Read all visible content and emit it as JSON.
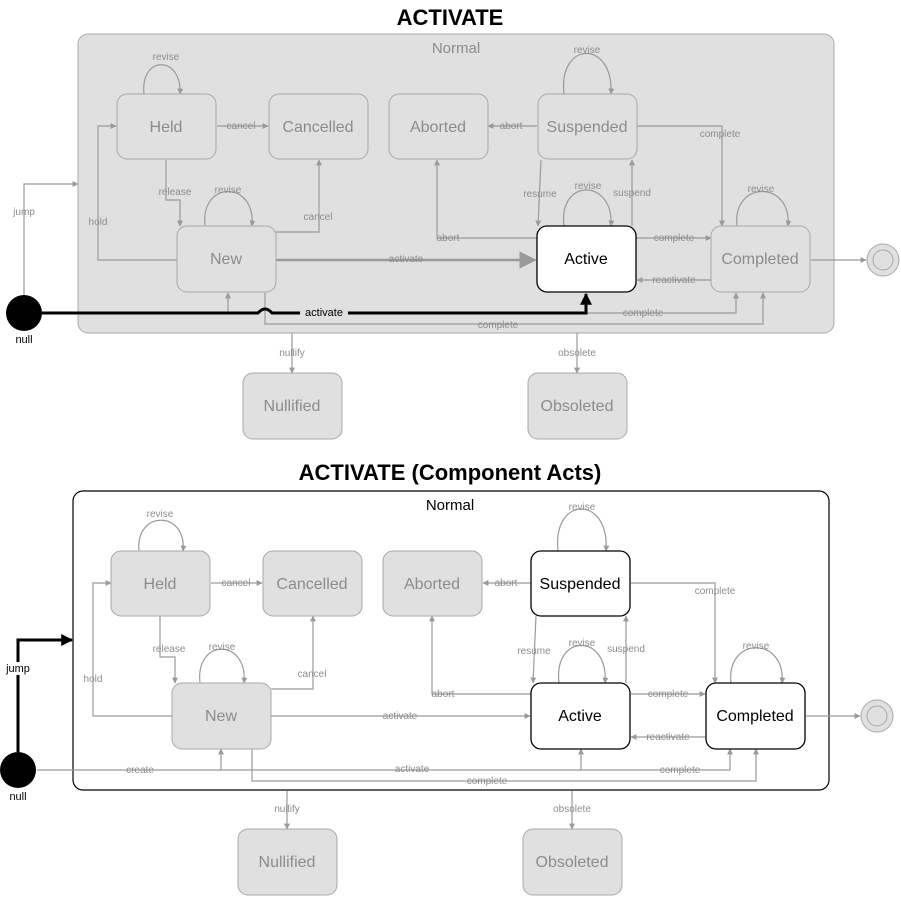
{
  "diagram1": {
    "title": "ACTIVATE",
    "region": "Normal",
    "states": {
      "held": "Held",
      "cancelled": "Cancelled",
      "aborted": "Aborted",
      "suspended": "Suspended",
      "new": "New",
      "active": "Active",
      "completed": "Completed",
      "nullified": "Nullified",
      "obsoleted": "Obsoleted"
    },
    "initial": "null",
    "transitions": {
      "revise": "revise",
      "cancel": "cancel",
      "abort": "abort",
      "complete": "complete",
      "release": "release",
      "hold": "hold",
      "jump": "jump",
      "resume": "resume",
      "suspend": "suspend",
      "activate": "activate",
      "reactivate": "reactivate",
      "nullify": "nullify",
      "obsolete": "obsolete"
    }
  },
  "diagram2": {
    "title": "ACTIVATE (Component Acts)",
    "region": "Normal",
    "states": {
      "held": "Held",
      "cancelled": "Cancelled",
      "aborted": "Aborted",
      "suspended": "Suspended",
      "new": "New",
      "active": "Active",
      "completed": "Completed",
      "nullified": "Nullified",
      "obsoleted": "Obsoleted"
    },
    "initial": "null",
    "transitions": {
      "revise": "revise",
      "cancel": "cancel",
      "abort": "abort",
      "complete": "complete",
      "release": "release",
      "hold": "hold",
      "jump": "jump",
      "resume": "resume",
      "suspend": "suspend",
      "activate": "activate",
      "reactivate": "reactivate",
      "nullify": "nullify",
      "obsolete": "obsolete",
      "create": "create"
    }
  },
  "colors": {
    "inactive_fill": "#e0e0e0",
    "inactive_stroke": "#a8a8a8",
    "inactive_text": "#8c8c8c",
    "active_fill": "#ffffff",
    "active_stroke": "#000000",
    "edge": "#9a9a9a",
    "highlight_edge": "#000000"
  }
}
